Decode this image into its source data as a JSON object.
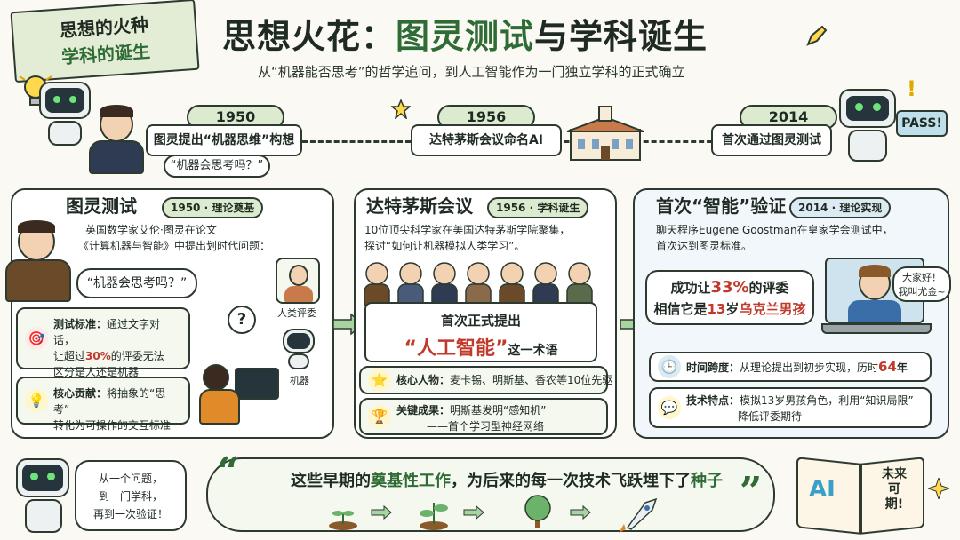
{
  "corner_tag": {
    "line1": "思想的火种",
    "line2": "学科的诞生"
  },
  "title": {
    "prefix": "思想火花：",
    "highlight": "图灵测试",
    "suffix": "与学科诞生"
  },
  "subtitle": "从“机器能否思考”的哲学追问，到人工智能作为一门独立学科的正式确立",
  "timeline": [
    {
      "year": "1950",
      "event": "图灵提出“机器思维”构想",
      "bubble": "“机器会思考吗？”"
    },
    {
      "year": "1956",
      "event": "达特茅斯会议命名AI"
    },
    {
      "year": "2014",
      "event": "首次通过图灵测试",
      "badge": "PASS!"
    }
  ],
  "panel1": {
    "title": "图灵测试",
    "tag": "1950 · 理论奠基",
    "intro_l1": "英国数学家艾伦·图灵在论文",
    "intro_l2": "《计算机器与智能》中提出划时代问题：",
    "quote": "“机器会思考吗？”",
    "judge_label": "人类评委",
    "machine_label": "机器",
    "q_mark": "?",
    "card1_title": "测试标准：",
    "card1_a": "通过文字对话，",
    "card1_b": "让超过",
    "card1_pct": "30%",
    "card1_c": "的评委无法",
    "card1_d": "区分是人还是机器",
    "card2_title": "核心贡献：",
    "card2_a": "将抽象的“思考”",
    "card2_b": "转化为可操作的交互标准"
  },
  "panel2": {
    "title": "达特茅斯会议",
    "tag": "1956 · 学科诞生",
    "intro_l1": "10位顶尖科学家在美国达特茅斯学院聚集，",
    "intro_l2": "探讨“如何让机器模拟人类学习”。",
    "banner_l1": "首次正式提出",
    "banner_term": "“人工智能”",
    "banner_l2": "这一术语",
    "card1_title": "核心人物：",
    "card1_text": "麦卡锡、明斯基、香农等10位先驱",
    "card2_title": "关键成果：",
    "card2_a": "明斯基发明“感知机”",
    "card2_b": "——首个学习型神经网络"
  },
  "panel3": {
    "title": "首次“智能”验证",
    "tag": "2014 · 理论实现",
    "intro_l1": "聊天程序Eugene Goostman在皇家学会测试中，",
    "intro_l2": "首次达到图灵标准。",
    "result_a": "成功让",
    "result_pct": "33%",
    "result_b": "的评委",
    "result_c": "相信它是",
    "result_age": "13",
    "result_d": "岁",
    "result_who": "乌克兰男孩",
    "speech_l1": "大家好！",
    "speech_l2": "我叫尤金~",
    "card1_title": "时间跨度：",
    "card1_text": "从理论提出到初步实现，历时",
    "card1_num": "64",
    "card1_unit": "年",
    "card2_title": "技术特点：",
    "card2_a": "模拟13岁男孩角色，利用“知识局限”",
    "card2_b": "降低评委期待"
  },
  "bottom": {
    "robot_bubble_l1": "从一个问题，",
    "robot_bubble_l2": "到一门学科，",
    "robot_bubble_l3": "再到一次验证！",
    "quote_a": "这些早期的",
    "quote_hl1": "奠基性工作",
    "quote_b": "，为后来的每一次技术飞跃埋下了",
    "quote_hl2": "种子",
    "book_ai": "AI",
    "book_text_l1": "未来",
    "book_text_l2": "可",
    "book_text_l3": "期!"
  },
  "colors": {
    "accent": "#2f6b35",
    "highlight_red": "#c0392b",
    "pill_bg": "#dcebd0"
  }
}
